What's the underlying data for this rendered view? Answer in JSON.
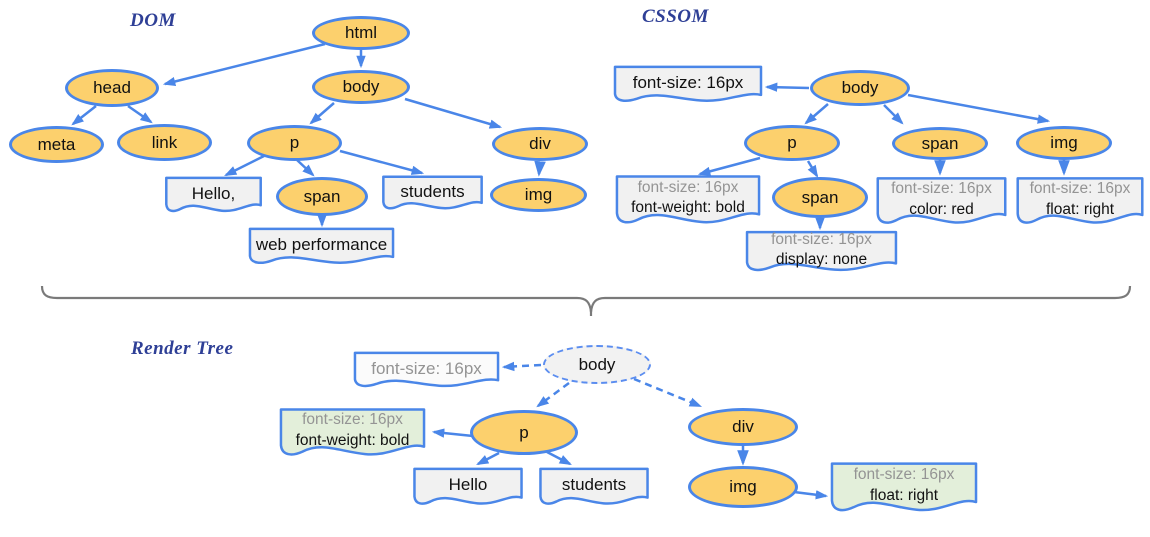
{
  "titles": {
    "dom": "DOM",
    "cssom": "CSSOM",
    "render": "Render Tree"
  },
  "colors": {
    "node_fill": "#fcd06d",
    "node_border": "#4a86e8",
    "arrow": "#4a86e8",
    "text_node_fill": "#f1f1f1",
    "computed_style_fill": "#e3efda",
    "render_root_fill": "#f2f2f2",
    "inherited_text": "#949494",
    "bracket": "#7a7a7a",
    "title_text": "#2e3f96"
  },
  "dom_tree": {
    "nodes": {
      "html": "html",
      "head": "head",
      "body": "body",
      "meta": "meta",
      "link": "link",
      "p": "p",
      "div": "div",
      "span": "span",
      "img": "img"
    },
    "text_nodes": {
      "hello": "Hello,",
      "students": "students",
      "web_performance": "web performance"
    }
  },
  "cssom_tree": {
    "nodes": {
      "body": "body",
      "p": "p",
      "span_body": "span",
      "img": "img",
      "span_p": "span"
    },
    "style_boxes": {
      "body": [
        "font-size: 16px"
      ],
      "p": [
        "font-size: 16px",
        "font-weight: bold"
      ],
      "span_p": [
        "font-size: 16px",
        "display: none"
      ],
      "span_body": [
        "font-size: 16px",
        "color: red"
      ],
      "img": [
        "font-size: 16px",
        "float: right"
      ]
    }
  },
  "render_tree": {
    "nodes": {
      "body": "body",
      "p": "p",
      "div": "div",
      "img": "img"
    },
    "text_nodes": {
      "hello": "Hello",
      "students": "students"
    },
    "style_boxes": {
      "body": [
        "font-size: 16px"
      ],
      "p": [
        "font-size: 16px",
        "font-weight: bold"
      ],
      "img": [
        "font-size: 16px",
        "float: right"
      ]
    }
  }
}
